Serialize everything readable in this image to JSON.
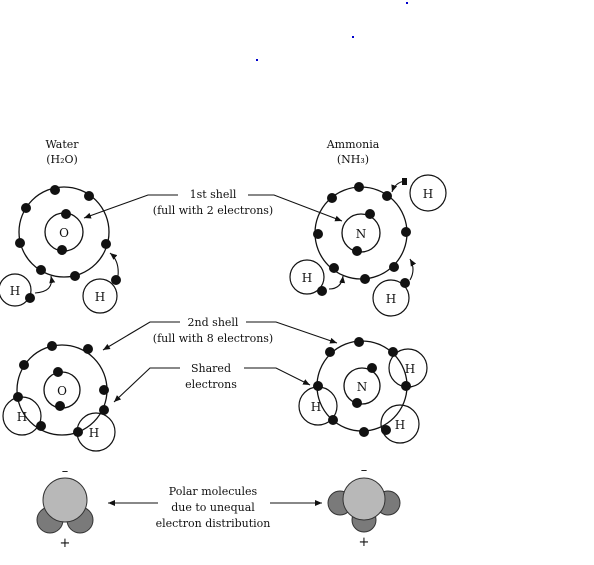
{
  "water": {
    "name": "Water",
    "formula": "(H₂O)",
    "center": "O",
    "h": "H"
  },
  "ammonia": {
    "name": "Ammonia",
    "formula": "(NH₃)",
    "center": "N",
    "h": "H"
  },
  "labels": {
    "first_shell": [
      "1st shell",
      "(full with 2 electrons)"
    ],
    "second_shell": [
      "2nd shell",
      "(full with 8 electrons)"
    ],
    "shared": [
      "Shared",
      "electrons"
    ],
    "polar": [
      "Polar molecules",
      "due to unequal",
      "electron distribution"
    ]
  },
  "signs": {
    "minus": "–",
    "plus": "+"
  },
  "colors": {
    "ink": "#111111",
    "dot": "#0000cc",
    "light_gray": "#b8b8b8",
    "dark_gray": "#7a7a7a"
  }
}
